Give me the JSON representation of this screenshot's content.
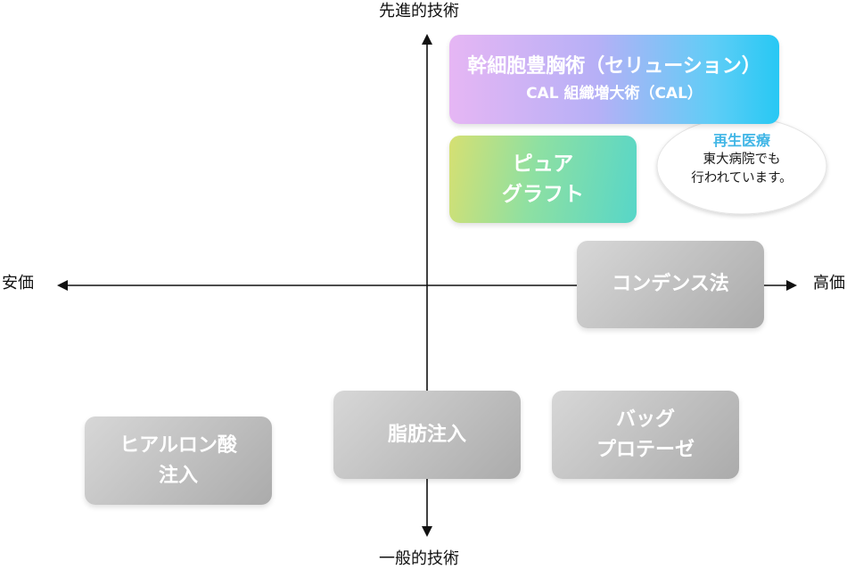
{
  "axes": {
    "top": "先進的技術",
    "bottom": "一般的技術",
    "left": "安価",
    "right": "高価"
  },
  "boxes": {
    "stem_cell": {
      "line1": "幹細胞豊胸術（セリューション）",
      "line2": "CAL 組織増大術（CAL）"
    },
    "puregraft": {
      "line1": "ピュア",
      "line2": "グラフト"
    },
    "condense": {
      "line1": "コンデンス法"
    },
    "fat_injection": {
      "line1": "脂肪注入"
    },
    "bag": {
      "line1": "バッグ",
      "line2": "プロテーゼ"
    },
    "hyaluronic": {
      "line1": "ヒアルロン酸",
      "line2": "注入"
    }
  },
  "bubble": {
    "heading": "再生医療",
    "line1": "東大病院でも",
    "line2": "行われています。"
  },
  "colors": {
    "axis": "#111111",
    "bubble_heading": "#41b6e6",
    "gray_box_start": "#d7d7d7",
    "gray_box_end": "#ababab"
  }
}
